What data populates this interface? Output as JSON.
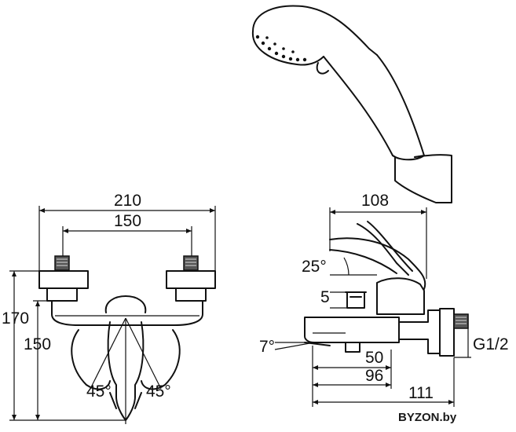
{
  "diagram": {
    "front_view": {
      "width_total": "210",
      "width_centers": "150",
      "height_total": "170",
      "height_inner": "150",
      "angle_left": "45°",
      "angle_right": "45°"
    },
    "side_view": {
      "depth_top": "108",
      "lever_angle": "25°",
      "button_height": "5",
      "spout_angle": "7°",
      "spout_50": "50",
      "spout_96": "96",
      "depth_bottom": "111",
      "thread": "G1/2"
    }
  },
  "watermark": {
    "text": "BYZON.by"
  }
}
